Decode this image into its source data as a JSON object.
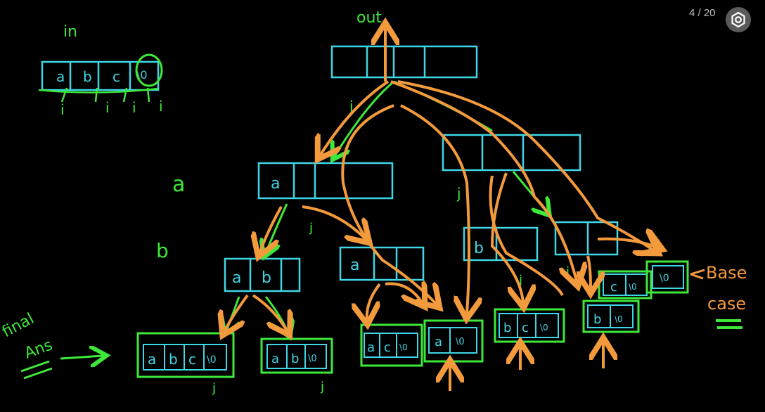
{
  "viewer": {
    "page_counter": "4 / 20",
    "settings_icon": "gear-icon"
  },
  "colors": {
    "cyan": "#3fd6e6",
    "green": "#3ee83a",
    "orange": "#f39a3c",
    "background": "#000000"
  },
  "labels": {
    "in": "in",
    "out": "out",
    "level_a": "a",
    "level_b": "b",
    "final_ans_1": "final",
    "final_ans_2": "Ans",
    "base_case_1": "Base",
    "base_case_2": "case",
    "i": "i",
    "j": "j"
  },
  "input_array": [
    "a",
    "b",
    "c",
    "\\0"
  ],
  "nodes": {
    "root": [
      "",
      "",
      "",
      ""
    ],
    "l1_take": [
      "a",
      "",
      ""
    ],
    "l1_skip": [
      "",
      "",
      ""
    ],
    "l2_ab": [
      "a",
      "b"
    ],
    "l2_a": [
      "a",
      ""
    ],
    "l2_b": [
      "b",
      ""
    ],
    "l2_empty": [
      "",
      ""
    ],
    "leaf_abc": [
      "a",
      "b",
      "c",
      "\\0"
    ],
    "leaf_ab": [
      "a",
      "b",
      "\\0"
    ],
    "leaf_ac": [
      "a",
      "c",
      "\\0"
    ],
    "leaf_a": [
      "a",
      "\\0"
    ],
    "leaf_bc": [
      "b",
      "c",
      "\\0"
    ],
    "leaf_b": [
      "b",
      "\\0"
    ],
    "leaf_c": [
      "c",
      "\\0"
    ],
    "leaf_empty": [
      "\\0"
    ]
  }
}
